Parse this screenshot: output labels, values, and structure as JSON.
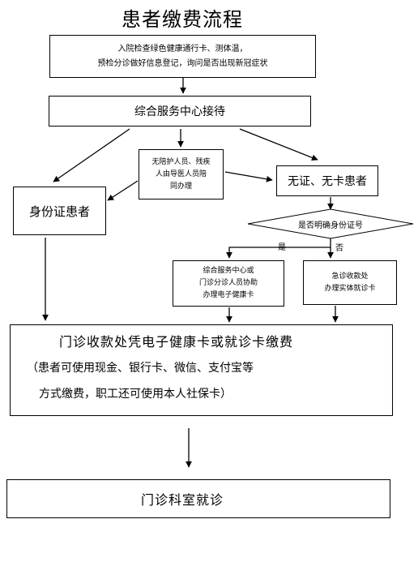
{
  "title": "患者缴费流程",
  "nodes": {
    "entry_check": {
      "line1": "入院检查绿色健康通行卡、测体温，",
      "line2": "预检分诊做好信息登记，询问是否出现新冠症状"
    },
    "service_center": {
      "text": "综合服务中心接待"
    },
    "no_escort": {
      "line1": "无陪护人员、残疾",
      "line2": "人由导医人员陪",
      "line3": "同办理"
    },
    "id_card_patient": {
      "text": "身份证患者"
    },
    "no_id_no_card": {
      "text": "无证、无卡患者"
    },
    "decision": {
      "text": "是否明确身份证号"
    },
    "assist_ehealth": {
      "line1": "综合服务中心或",
      "line2": "门诊分诊人员协助",
      "line3": "办理电子健康卡"
    },
    "emergency_card": {
      "line1": "急诊收款处",
      "line2": "办理实体就诊卡"
    },
    "payment": {
      "line1": "门诊收款处凭电子健康卡或就诊卡缴费",
      "line2": "（患者可使用现金、银行卡、微信、支付宝等",
      "line3": "方式缴费，职工还可使用本人社保卡）"
    },
    "outpatient": {
      "text": "门诊科室就诊"
    }
  },
  "edge_labels": {
    "yes": "是",
    "no": "否"
  }
}
